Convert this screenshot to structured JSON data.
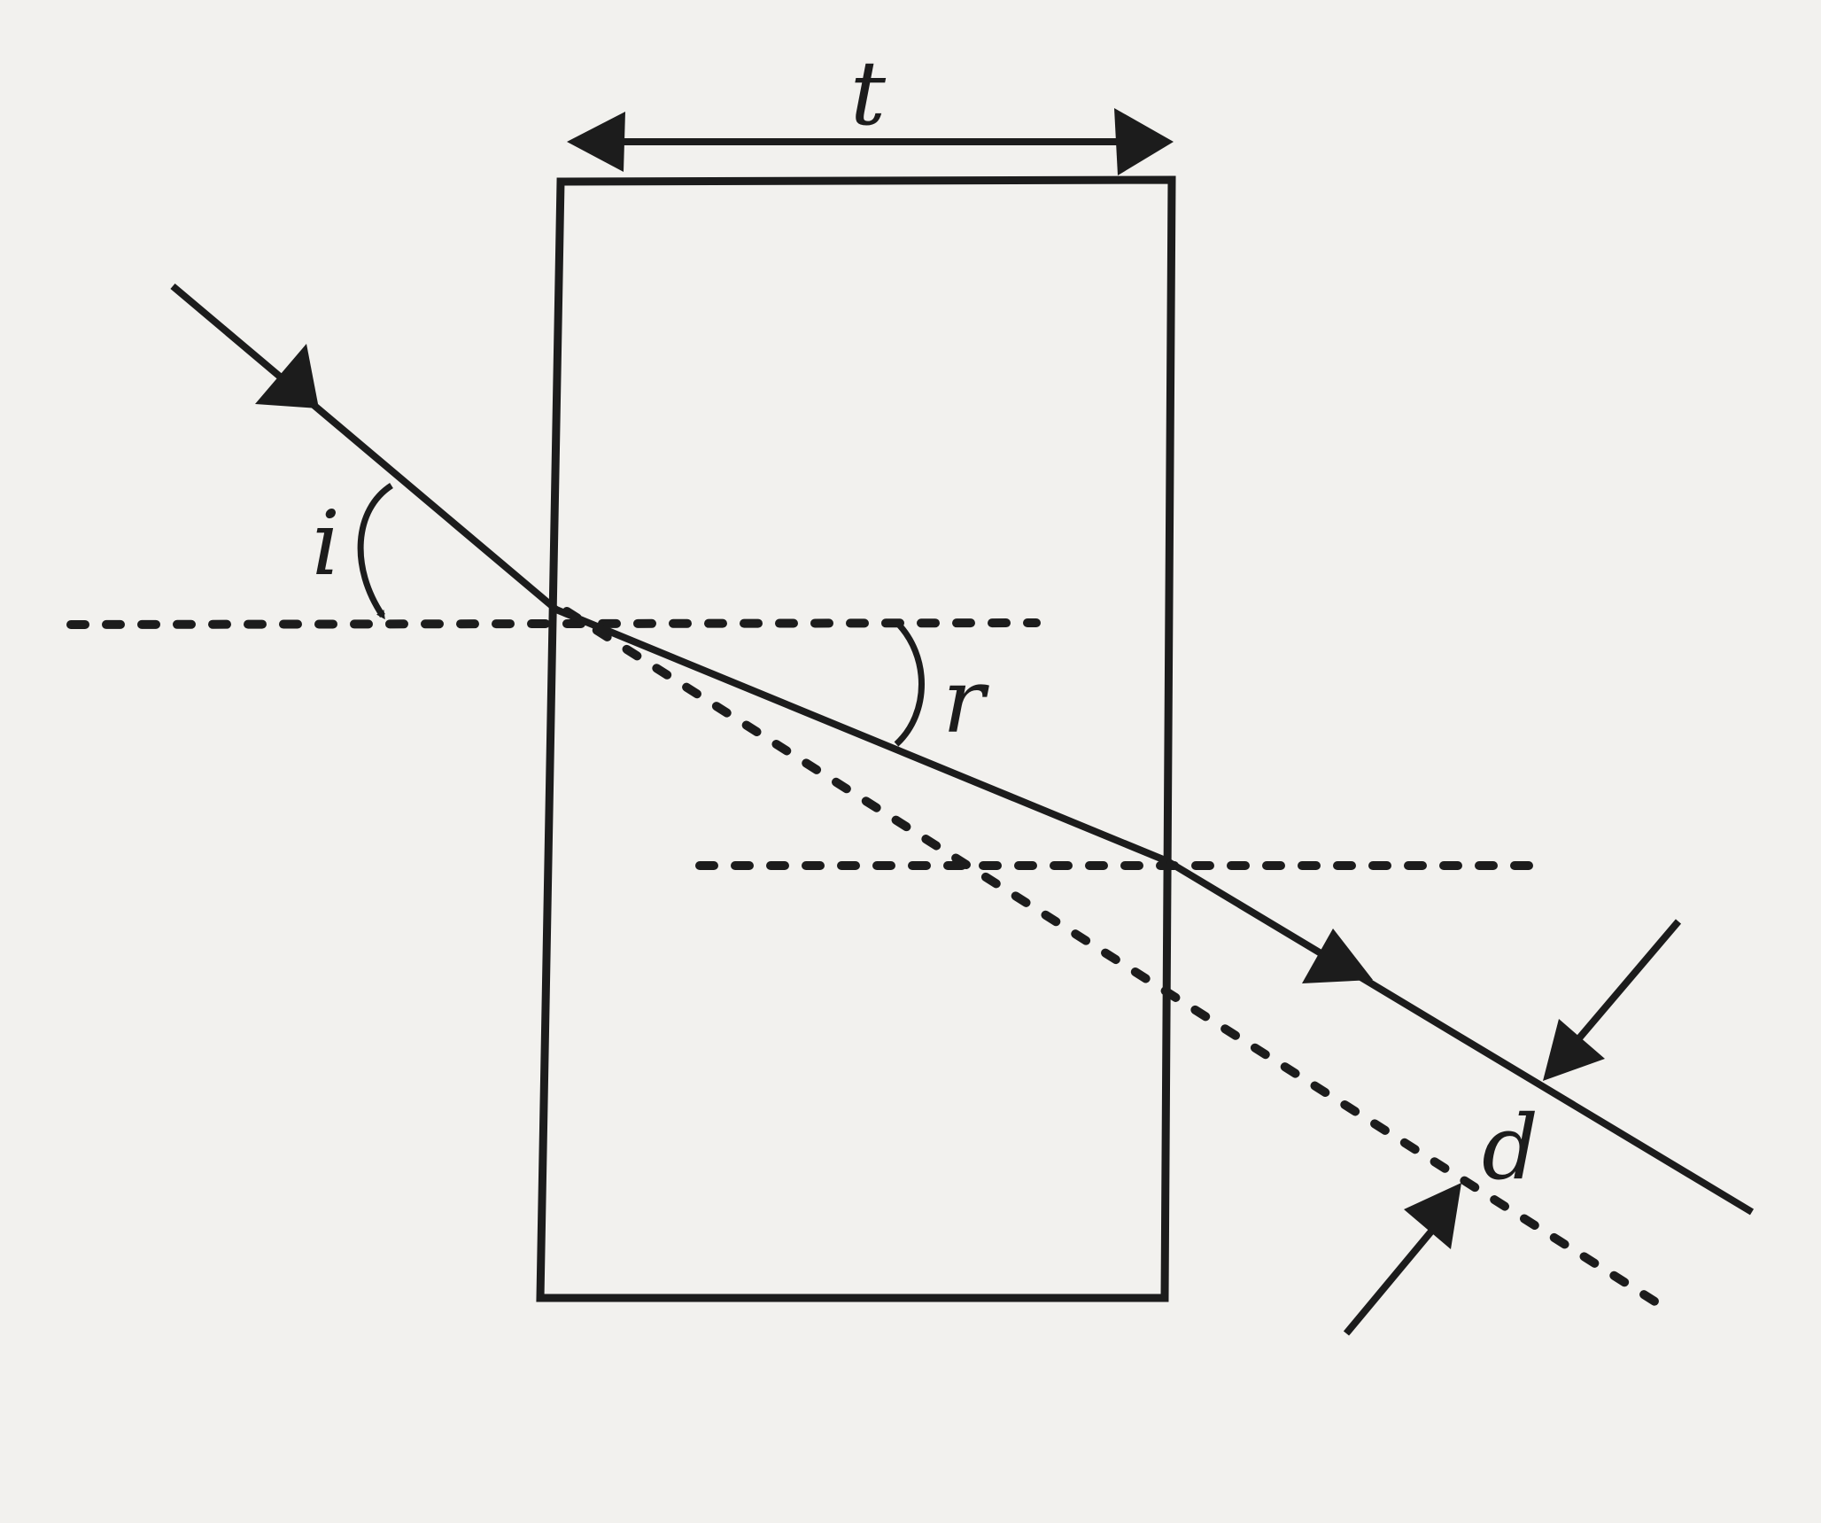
{
  "diagram": {
    "labels": {
      "thickness": "t",
      "incidence_angle": "i",
      "refraction_angle": "r",
      "lateral_shift": "d"
    },
    "colors": {
      "ink": "#1c1c1c",
      "background": "#f2f1ee"
    }
  }
}
